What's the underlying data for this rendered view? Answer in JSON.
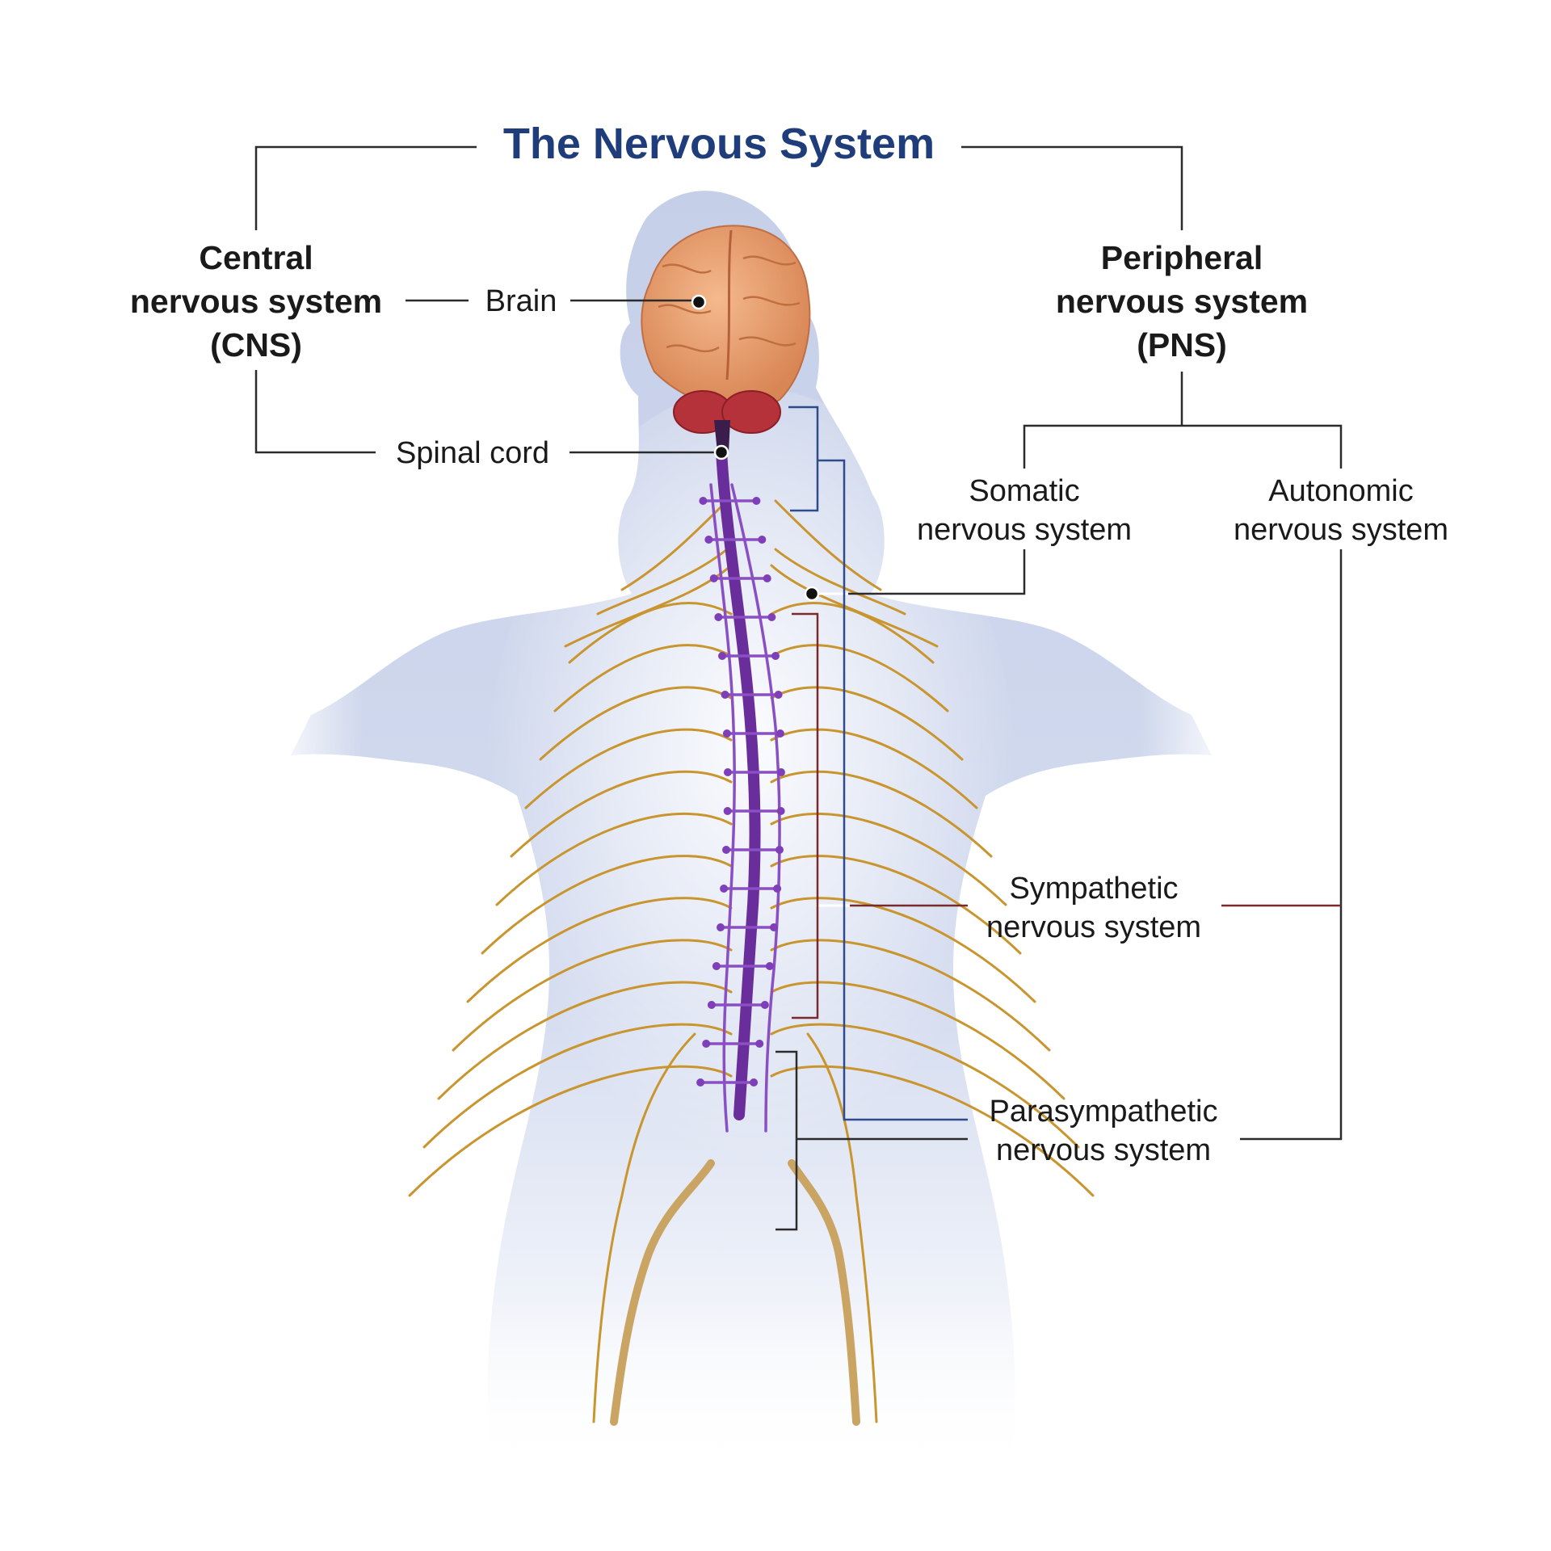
{
  "title": "The Nervous System",
  "cns": {
    "heading_line1": "Central",
    "heading_line2": "nervous system",
    "heading_line3": "(CNS)",
    "brain_label": "Brain",
    "spinal_cord_label": "Spinal cord"
  },
  "pns": {
    "heading_line1": "Peripheral",
    "heading_line2": "nervous system",
    "heading_line3": "(PNS)",
    "somatic_line1": "Somatic",
    "somatic_line2": "nervous system",
    "autonomic_line1": "Autonomic",
    "autonomic_line2": "nervous system",
    "sympathetic_line1": "Sympathetic",
    "sympathetic_line2": "nervous system",
    "parasympathetic_line1": "Parasympathetic",
    "parasympathetic_line2": "nervous system"
  },
  "colors": {
    "title": "#1f3d7a",
    "body": "#c8d2ea",
    "spinal_cord": "#6a2d9c",
    "nerves": "#c9952e",
    "brain": "#e8a070",
    "cerebellum": "#b5323a",
    "somatic_bracket": "#2f4b8c",
    "sympathetic_bracket": "#7a2a2a"
  }
}
